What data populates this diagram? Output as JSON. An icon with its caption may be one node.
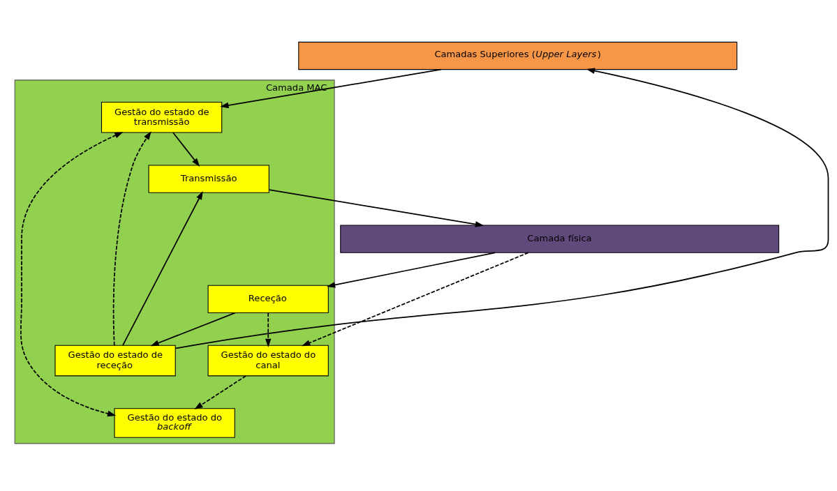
{
  "diagram": {
    "nodes": [
      {
        "text": [
          "Camadas Superiores (*Upper Layers*)"
        ]
      },
      {
        "text": [
          "Camada MAC"
        ]
      },
      {
        "text": [
          "Gestão do estado de transmissão"
        ],
        "in": 1
      },
      {
        "text": [
          "Gestão do estado do *backoff*"
        ],
        "in": 1
      },
      {
        "text": [
          "Gestão do estado de receção"
        ],
        "in": 1
      },
      {
        "text": [
          "Transmissão"
        ],
        "in": 1
      },
      {
        "text": [
          "Gestão do estado do canal"
        ],
        "in": 1
      },
      {
        "text": [
          "Receção"
        ],
        "in": 1
      },
      {
        "text": [
          "Camada física"
        ]
      }
    ],
    "edges": [
      {
        "from": 0,
        "to": 2,
        "arrow": "to"
      },
      {
        "from": 4,
        "to": 0,
        "arrow": "to"
      },
      {
        "from": 4,
        "to": 2,
        "arrow": "to",
        "style": "dashed"
      },
      {
        "from": 2,
        "to": 3,
        "arrow": "both",
        "style": "dashed"
      },
      {
        "from": 2,
        "to": 5,
        "arrow": "to"
      },
      {
        "from": 6,
        "to": 3,
        "arrow": "to",
        "style": "dashed"
      },
      {
        "from": 7,
        "to": 6,
        "arrow": "to",
        "style": "dashed"
      },
      {
        "from": 7,
        "to": 4,
        "arrow": "to"
      },
      {
        "from": 4,
        "to": 5,
        "arrow": "to"
      },
      {
        "from": 5,
        "to": 8,
        "arrow": "to"
      },
      {
        "from": 8,
        "to": 6,
        "arrow": "to",
        "style": "dashed"
      },
      {
        "from": 8,
        "to": 7,
        "arrow": "to"
      }
    ]
  }
}
